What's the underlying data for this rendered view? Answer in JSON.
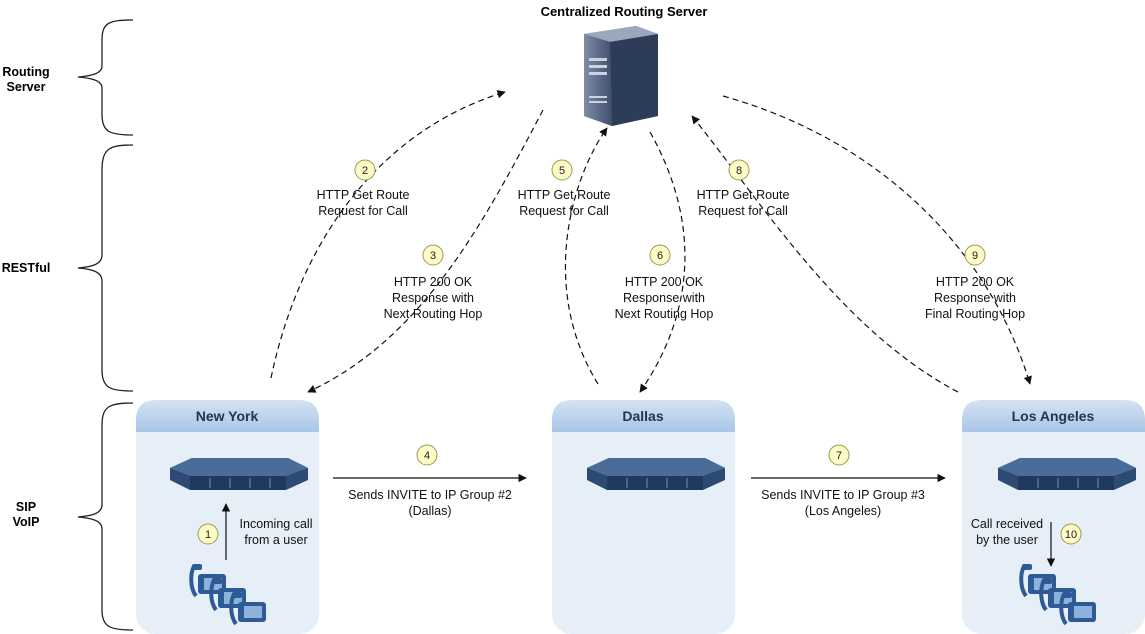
{
  "title": "Centralized Routing Server",
  "tiers": [
    {
      "id": "routing-server",
      "lines": [
        "Routing",
        "Server"
      ]
    },
    {
      "id": "restful",
      "lines": [
        "RESTful"
      ]
    },
    {
      "id": "sip-voip",
      "lines": [
        "SIP",
        "VoIP"
      ]
    }
  ],
  "sites": [
    {
      "id": "new-york",
      "name": "New York"
    },
    {
      "id": "dallas",
      "name": "Dallas"
    },
    {
      "id": "los-angeles",
      "name": "Los Angeles"
    }
  ],
  "steps": [
    {
      "num": "1",
      "lines": [
        "Incoming call",
        "from a user"
      ]
    },
    {
      "num": "2",
      "lines": [
        "HTTP Get Route",
        "Request for Call"
      ]
    },
    {
      "num": "3",
      "lines": [
        "HTTP 200 OK",
        "Response with",
        "Next Routing Hop"
      ]
    },
    {
      "num": "4",
      "lines": [
        "Sends INVITE to IP Group #2",
        "(Dallas)"
      ]
    },
    {
      "num": "5",
      "lines": [
        "HTTP Get Route",
        "Request for Call"
      ]
    },
    {
      "num": "6",
      "lines": [
        "HTTP 200 OK",
        "Response with",
        "Next Routing Hop"
      ]
    },
    {
      "num": "7",
      "lines": [
        "Sends INVITE to IP Group #3",
        "(Los Angeles)"
      ]
    },
    {
      "num": "8",
      "lines": [
        "HTTP Get Route",
        "Request for Call"
      ]
    },
    {
      "num": "9",
      "lines": [
        "HTTP 200 OK",
        "Response with",
        "Final Routing Hop"
      ]
    },
    {
      "num": "10",
      "lines": [
        "Call received",
        "by the user"
      ]
    }
  ],
  "colors": {
    "site_header": "#b9d1ea",
    "site_body": "#e6eef8",
    "badge_fill": "#fdfbc6",
    "badge_stroke": "#9a9a55",
    "device": "#2d4f7c"
  }
}
